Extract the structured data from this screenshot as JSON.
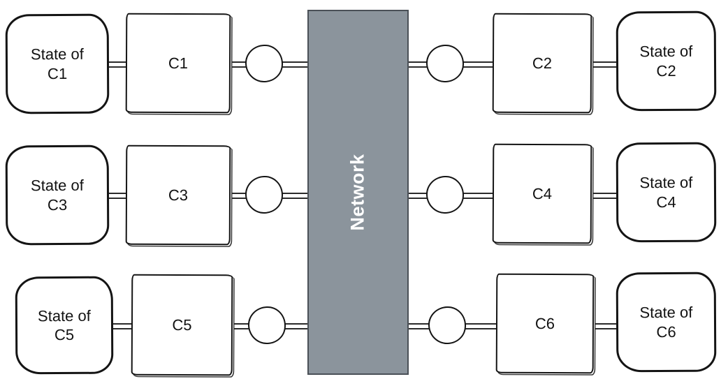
{
  "network": {
    "label": "Network",
    "fill": "#8b949c",
    "text_color": "#ffffff"
  },
  "rows": [
    {
      "left_state": "State of\nC1",
      "left_client": "C1",
      "right_client": "C2",
      "right_state": "State of\nC2"
    },
    {
      "left_state": "State of\nC3",
      "left_client": "C3",
      "right_client": "C4",
      "right_state": "State of\nC4"
    },
    {
      "left_state": "State of\nC5",
      "left_client": "C5",
      "right_client": "C6",
      "right_state": "State of\nC6"
    }
  ]
}
